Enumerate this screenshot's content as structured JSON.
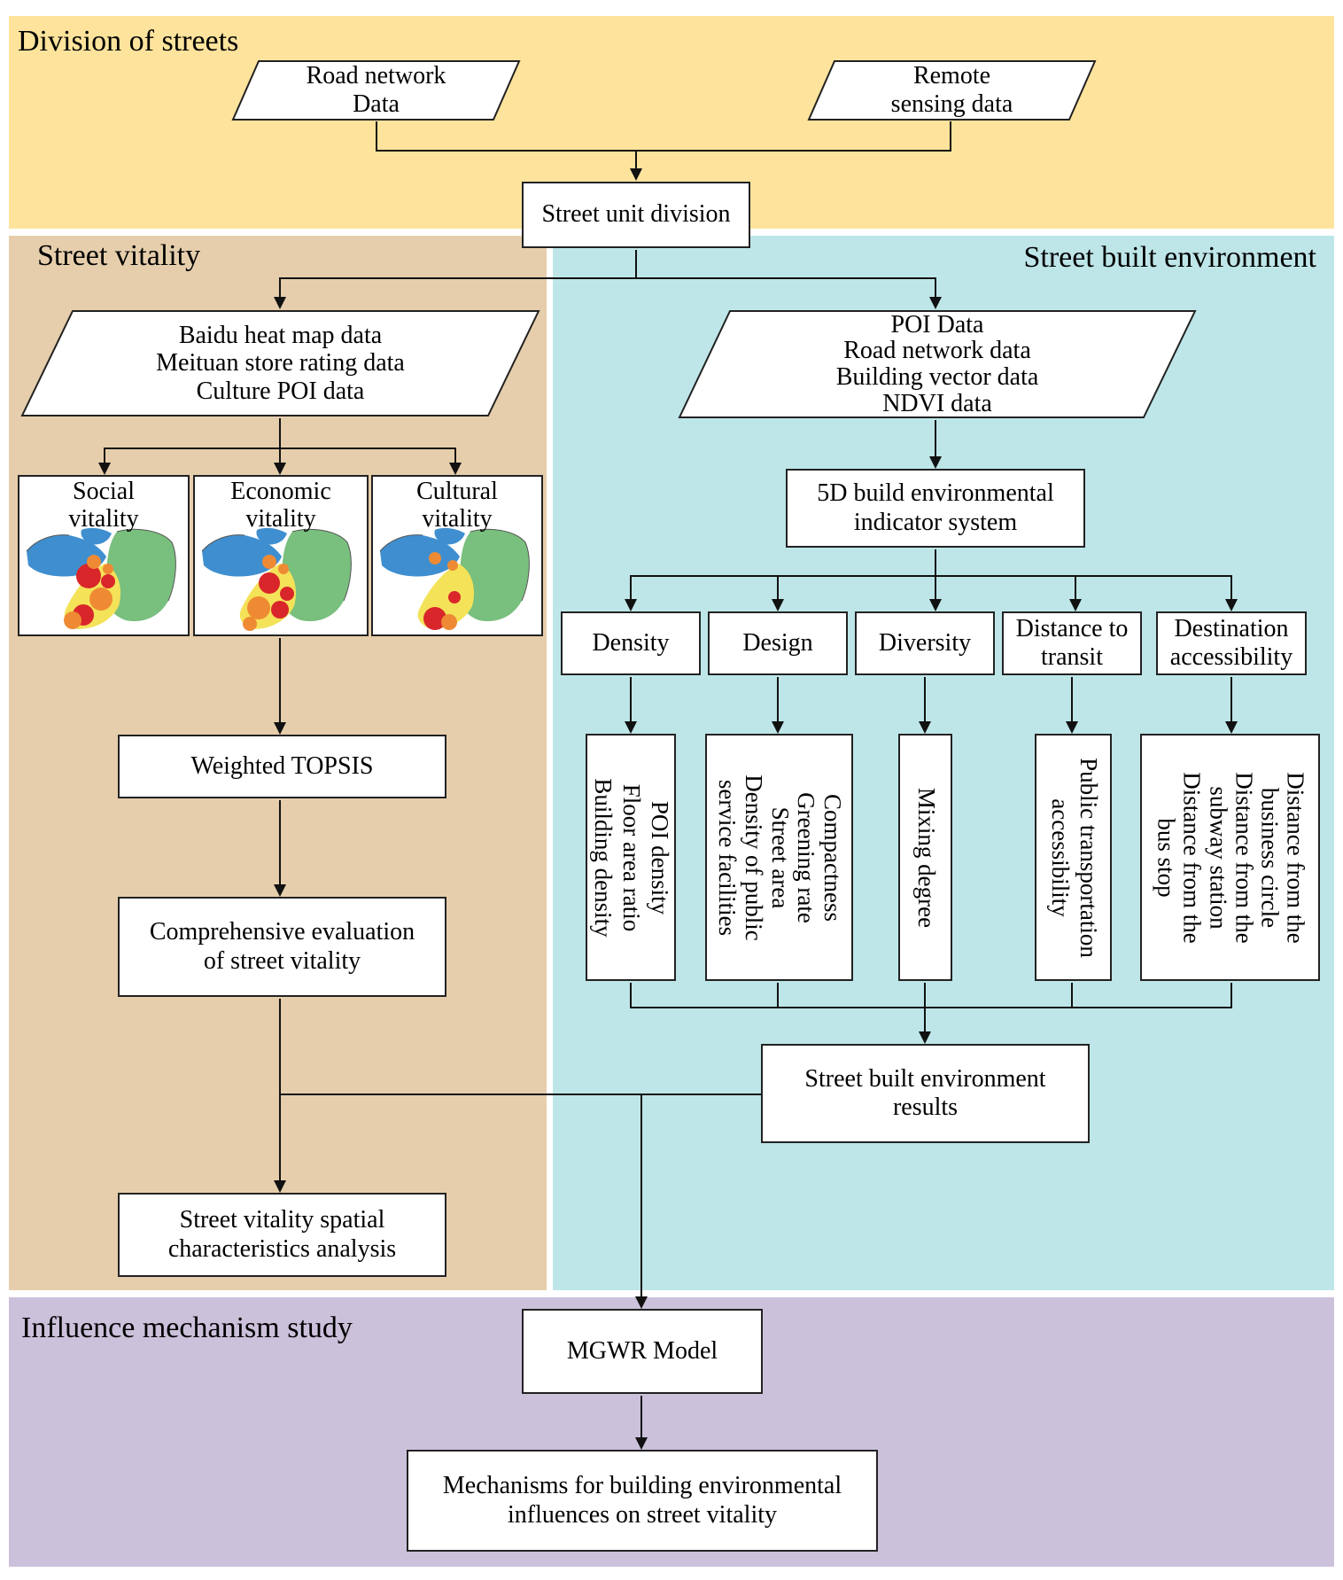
{
  "colors": {
    "division_bg": "#fde39c",
    "vitality_bg": "#e6ceac",
    "built_env_bg": "#bee6e8",
    "influence_bg": "#cbc1db",
    "line": "#111111",
    "map_blue": "#3f8fd0",
    "map_green": "#79bf7e",
    "map_yellow": "#f4e258",
    "map_orange": "#ef8a34",
    "map_red": "#d9262a"
  },
  "regions": {
    "division": "Division of streets",
    "vitality": "Street vitality",
    "built_env": "Street built environment",
    "influence": "Influence mechanism study"
  },
  "nodes": {
    "road_network": [
      "Road network",
      "Data"
    ],
    "remote_sensing": [
      "Remote",
      "sensing data"
    ],
    "street_unit": [
      "Street unit division"
    ],
    "vitality_data": [
      "Baidu heat map data",
      "Meituan store rating data",
      "Culture POI data"
    ],
    "built_data": [
      "POI Data",
      "Road network data",
      "Building vector data",
      "NDVI data"
    ],
    "indicator_system": [
      "5D build environmental",
      "indicator system"
    ],
    "density": [
      "Density"
    ],
    "design": [
      "Design"
    ],
    "diversity": [
      "Diversity"
    ],
    "distance_transit": [
      "Distance to",
      "transit"
    ],
    "destination": [
      "Destination",
      "accessibility"
    ],
    "density_items": [
      "POI density",
      "Floor area ratio",
      "Building density"
    ],
    "design_items": [
      "Compactness",
      "Greening rate",
      "Street area",
      "Density of public",
      "service facilities"
    ],
    "diversity_items": [
      "Mixing degree"
    ],
    "transit_items": [
      "Public transportation",
      "accessibility"
    ],
    "destination_items": [
      "Distance from the",
      "business circle",
      "Distance from the",
      "subway station",
      "Distance from the",
      "bus stop"
    ],
    "weighted_topsis": [
      "Weighted TOPSIS"
    ],
    "comprehensive_eval": [
      "Comprehensive evaluation",
      "of street vitality"
    ],
    "built_results": [
      "Street built environment",
      "results"
    ],
    "spatial_analysis": [
      "Street vitality spatial",
      "characteristics analysis"
    ],
    "mgwr": [
      "MGWR Model"
    ],
    "mechanisms": [
      "Mechanisms for building environmental",
      "influences on street vitality"
    ]
  },
  "maps": [
    {
      "id": "social",
      "title": [
        "Social",
        "vitality"
      ]
    },
    {
      "id": "economic",
      "title": [
        "Economic",
        "vitality"
      ]
    },
    {
      "id": "cultural",
      "title": [
        "Cultural",
        "vitality"
      ]
    }
  ],
  "edges": [
    [
      "road_network",
      "street_unit"
    ],
    [
      "remote_sensing",
      "street_unit"
    ],
    [
      "street_unit",
      "vitality_data"
    ],
    [
      "street_unit",
      "built_data"
    ],
    [
      "vitality_data",
      "social_map"
    ],
    [
      "vitality_data",
      "economic_map"
    ],
    [
      "vitality_data",
      "cultural_map"
    ],
    [
      "economic_map",
      "weighted_topsis"
    ],
    [
      "weighted_topsis",
      "comprehensive_eval"
    ],
    [
      "built_data",
      "indicator_system"
    ],
    [
      "indicator_system",
      "density"
    ],
    [
      "indicator_system",
      "design"
    ],
    [
      "indicator_system",
      "diversity"
    ],
    [
      "indicator_system",
      "distance_transit"
    ],
    [
      "indicator_system",
      "destination"
    ],
    [
      "density",
      "density_items"
    ],
    [
      "design",
      "design_items"
    ],
    [
      "diversity",
      "diversity_items"
    ],
    [
      "distance_transit",
      "transit_items"
    ],
    [
      "destination",
      "destination_items"
    ],
    [
      "density_items",
      "built_results"
    ],
    [
      "design_items",
      "built_results"
    ],
    [
      "diversity_items",
      "built_results"
    ],
    [
      "transit_items",
      "built_results"
    ],
    [
      "destination_items",
      "built_results"
    ],
    [
      "comprehensive_eval",
      "spatial_analysis"
    ],
    [
      "comprehensive_eval",
      "mgwr"
    ],
    [
      "built_results",
      "mgwr"
    ],
    [
      "mgwr",
      "mechanisms"
    ]
  ]
}
